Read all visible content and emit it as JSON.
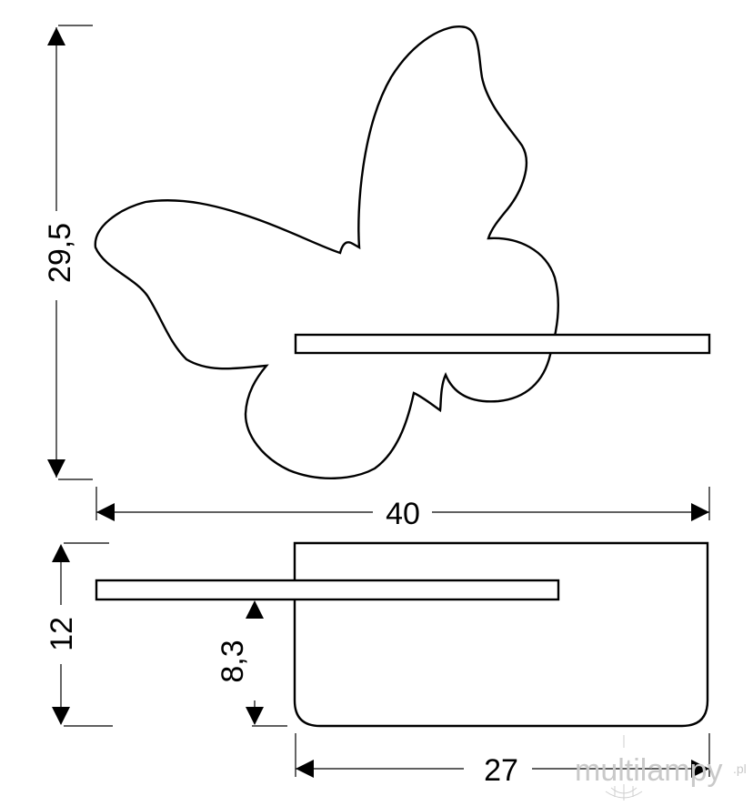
{
  "dimensions": {
    "height_total": "29,5",
    "width_total": "40",
    "depth_total": "12",
    "shelf_height": "8,3",
    "shelf_width": "27"
  },
  "watermark": {
    "text": "multilampy",
    "suffix": ".pl"
  },
  "colors": {
    "stroke": "#000000",
    "background": "#ffffff",
    "watermark": "#c9c9c9"
  }
}
